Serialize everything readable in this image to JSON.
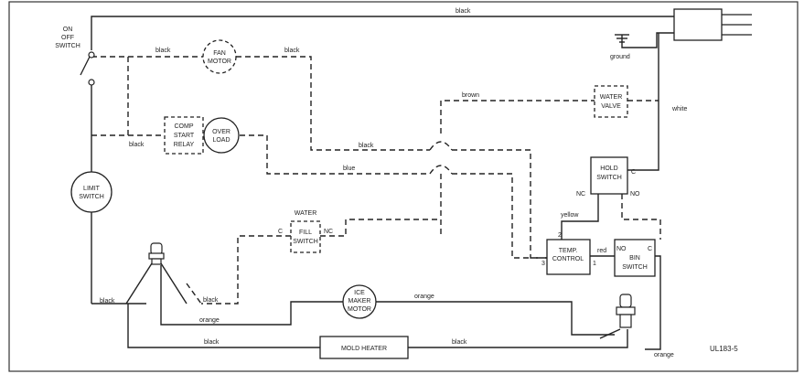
{
  "wire_labels": {
    "black_top": "black",
    "black_fan_left": "black",
    "black_fan_right": "black",
    "black_relay": "black",
    "black_mid": "black",
    "brown": "brown",
    "blue": "blue",
    "white": "white",
    "ground": "ground",
    "yellow": "yellow",
    "red": "red",
    "black_limit": "black",
    "black_fill": "black",
    "orange_top": "orange",
    "orange_left": "orange",
    "black_heater_left": "black",
    "black_heater_right": "black",
    "orange_right": "orange"
  },
  "components": {
    "on_off_switch": [
      "ON",
      "OFF",
      "SWITCH"
    ],
    "fan_motor": [
      "FAN",
      "MOTOR"
    ],
    "comp_start_relay": [
      "COMP",
      "START",
      "RELAY"
    ],
    "overload": [
      "OVER",
      "LOAD"
    ],
    "water_valve": [
      "WATER",
      "VALVE"
    ],
    "limit_switch": [
      "LIMIT",
      "SWITCH"
    ],
    "hold_switch": [
      "HOLD",
      "SWITCH"
    ],
    "water_fill_switch": [
      "WATER",
      "FILL",
      "SWITCH"
    ],
    "temp_control": [
      "TEMP.",
      "CONTROL"
    ],
    "bin_switch": [
      "BIN",
      "SWITCH"
    ],
    "ice_maker_motor": [
      "ICE",
      "MAKER",
      "MOTOR"
    ],
    "mold_heater": [
      "MOLD HEATER"
    ]
  },
  "terminals": {
    "hold_c": "C",
    "hold_nc": "NC",
    "hold_no": "NO",
    "fill_c": "C",
    "fill_nc": "NC",
    "temp_2": "2",
    "temp_3": "3",
    "temp_1": "1",
    "bin_no": "NO",
    "bin_c": "C"
  },
  "drawing_code": "UL183-5"
}
